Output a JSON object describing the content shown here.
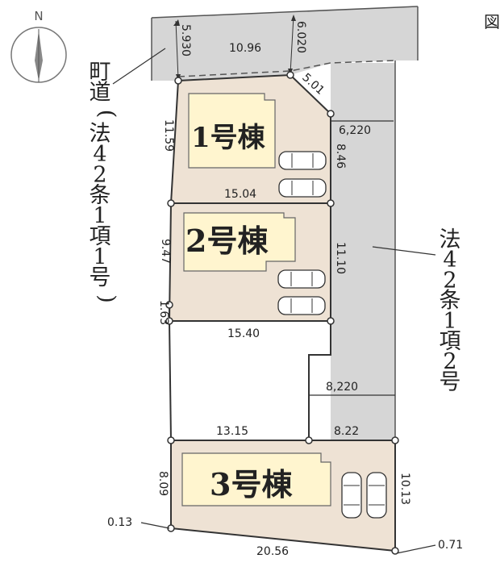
{
  "compass": {
    "north_label": "N"
  },
  "corner_label": "図",
  "roads": {
    "left_name_chars": [
      "町",
      "道",
      "(",
      "法",
      "4",
      "2",
      "条",
      "1",
      "項",
      "1",
      "号",
      ")"
    ],
    "right_name_chars": [
      "法",
      "4",
      "2",
      "条",
      "1",
      "項",
      "2",
      "号"
    ]
  },
  "buildings": {
    "b1": "1号棟",
    "b2": "2号棟",
    "b3": "3号棟"
  },
  "dimensions": {
    "road_top_left": "5.930",
    "road_top_right": "6.020",
    "top": "10.96",
    "chamfer": "5.01",
    "road_right_top": "6,220",
    "lot1_left": "11.59",
    "lot1_right": "8.46",
    "lot1_bottom": "15.04",
    "lot2_left": "9.47",
    "lot2_right": "11.10",
    "strip_left": "1.63",
    "lot2_bottom": "15.40",
    "road_right_mid": "8,220",
    "lot3_top_left": "13.15",
    "lot3_top_right": "8.22",
    "lot3_left": "8.09",
    "lot3_right": "10.13",
    "corner_bl": "0.13",
    "lot3_bottom": "20.56",
    "corner_br": "0.71"
  }
}
